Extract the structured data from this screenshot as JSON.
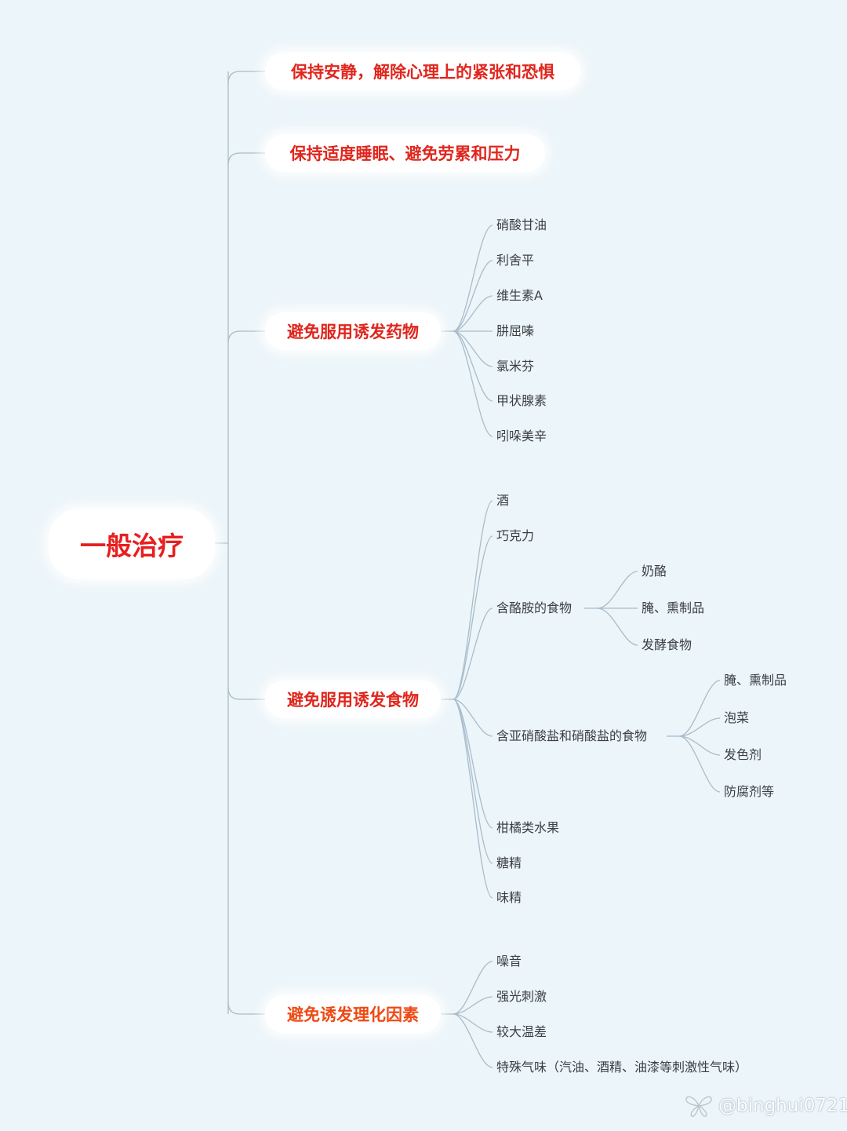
{
  "root": {
    "label": "一般治疗"
  },
  "branches": [
    {
      "label": "保持安静，解除心理上的紧张和恐惧",
      "children": []
    },
    {
      "label": "保持适度睡眠、避免劳累和压力",
      "children": []
    },
    {
      "label": "避免服用诱发药物",
      "children": [
        "硝酸甘油",
        "利舍平",
        "维生素A",
        "肼屈嗪",
        "氯米芬",
        "甲状腺素",
        "吲哚美辛"
      ]
    },
    {
      "label": "避免服用诱发食物",
      "children": [
        {
          "label": "酒"
        },
        {
          "label": "巧克力"
        },
        {
          "label": "含酪胺的食物",
          "children": [
            "奶酪",
            "腌、熏制品",
            "发酵食物"
          ]
        },
        {
          "label": "含亚硝酸盐和硝酸盐的食物",
          "children": [
            "腌、熏制品",
            "泡菜",
            "发色剂",
            "防腐剂等"
          ]
        },
        {
          "label": "柑橘类水果"
        },
        {
          "label": "糖精"
        },
        {
          "label": "味精"
        }
      ]
    },
    {
      "label": "避免诱发理化因素",
      "children": [
        "噪音",
        "强光刺激",
        "较大温差",
        "特殊气味（汽油、酒精、油漆等刺激性气味）"
      ]
    }
  ],
  "watermark": {
    "text": "@binghui0721",
    "icon": "butterfly-icon"
  },
  "colors": {
    "root_text": "#e81f1f",
    "branch_text": "#e0261d",
    "branch_text_alt": "#ef4a14",
    "line": "#a9bccb",
    "background": "#ecf5f9"
  }
}
